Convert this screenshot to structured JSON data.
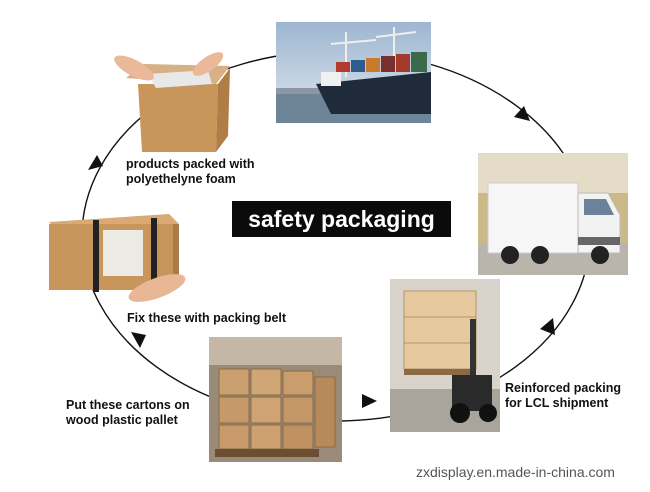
{
  "title": "safety packaging",
  "steps": [
    {
      "line1": "products packed with",
      "line2": "polyethelyne foam"
    },
    {
      "line1": "Fix these with packing belt"
    },
    {
      "line1": "Put these cartons on",
      "line2": "wood plastic pallet"
    },
    {
      "line1": "Reinforced packing",
      "line2": "for LCL shipment"
    }
  ],
  "watermark": "zxdisplay.en.made-in-china.com",
  "colors": {
    "cardboard": "#c8955a",
    "title_bg": "#0b0b0b",
    "arrow": "#111111"
  }
}
